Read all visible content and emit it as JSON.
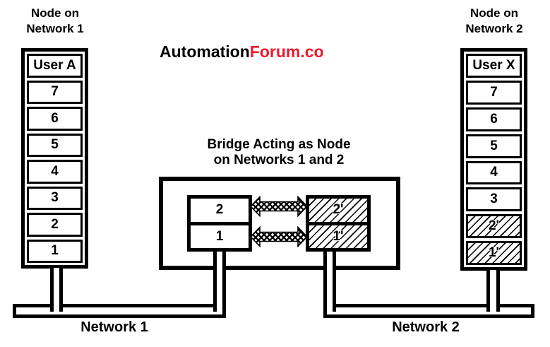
{
  "logo": {
    "text_black": "Automation",
    "text_red": "Forum.co",
    "red_color": "#ee1b2d"
  },
  "left_node": {
    "title": "Node on\nNetwork 1",
    "layers": [
      "User A",
      "7",
      "6",
      "5",
      "4",
      "3",
      "2",
      "1"
    ]
  },
  "right_node": {
    "title": "Node on\nNetwork 2",
    "layers": [
      "User X",
      "7",
      "6",
      "5",
      "4",
      "3",
      "2'",
      "1'"
    ]
  },
  "bridge": {
    "title": "Bridge Acting as Node\non Networks 1 and 2",
    "left_layers": [
      "2",
      "1"
    ],
    "right_layers": [
      "2'",
      "1'"
    ]
  },
  "buses": {
    "network1_label": "Network 1",
    "network2_label": "Network 2"
  }
}
